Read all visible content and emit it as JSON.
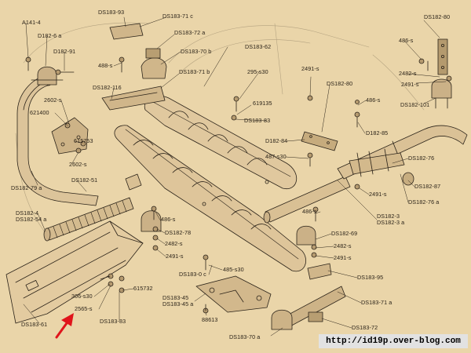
{
  "labels": {
    "a141_4": "A141-4",
    "d182_6a": "D182-6 a",
    "d182_91": "D182-91",
    "ds183_93": "DS183-93",
    "ds183_71c": "DS183-71 c",
    "ds183_72a": "DS183-72 a",
    "ds183_70b": "DS183-70 b",
    "ds183_71b": "DS183-71 b",
    "n488_s": "488-s",
    "ds182_116": "DS182-116",
    "ds183_62": "DS183-62",
    "n295_s30": "295-s30",
    "n2491_s_top": "2491-s",
    "ds182_80_mid": "DS182-80",
    "ds182_80_top": "DS182-80",
    "n486_s_tr": "486-s",
    "n2482_s_tr": "2482-s",
    "n2491_s_tr": "2491-s",
    "ds182_101": "DS182-101",
    "n2602_s_a": "2602-s",
    "n621400": "621400",
    "n619135": "619135",
    "ds183_83_top": "DS183-83",
    "n486_s_mid": "486-s",
    "d182_85": "D182-85",
    "n615753": "615753",
    "d182_84": "D182-84",
    "n487_s30": "487-s30",
    "n2602_s_b": "2602-s",
    "ds182_76": "DS182-76",
    "ds182_79a": "DS182-79 a",
    "ds182_51": "DS182-51",
    "ds182_87": "DS182-87",
    "n2491_s_r": "2491-s",
    "ds182_76a": "DS182-76 a",
    "ds182_4": "DS182-4",
    "ds182_54a": "DS182-54 a",
    "n486_s_b1": "486-s",
    "n486_s_b2": "486-s",
    "ds182_3": "DS182-3",
    "ds182_3a": "DS182-3 a",
    "ds182_78": "DS182-78",
    "ds182_69": "DS182-69",
    "n2482_s_b1": "2482-s",
    "n2482_s_b2": "2482-s",
    "n2491_s_b1": "2491-s",
    "n2491_s_b2": "2491-s",
    "n485_s30": "485-s30",
    "ds183_0c": "DS183-0 c",
    "ds183_95": "DS183-95",
    "n615732": "615732",
    "n306_s30": "306-s30",
    "n2565_s": "2565-s",
    "ds183_83_bot": "DS183-83",
    "ds183_45": "DS183-45",
    "ds183_45a": "DS183-45 a",
    "n88613": "88613",
    "ds183_71a": "DS183-71 a",
    "ds183_61": "DS183-61",
    "ds183_70a": "DS183-70 a",
    "ds183_72": "DS183-72"
  },
  "watermark": "http://id19p.over-blog.com",
  "colors": {
    "paper": "#ead5a9",
    "ink": "#2b2319",
    "arrow": "#e0141b"
  }
}
